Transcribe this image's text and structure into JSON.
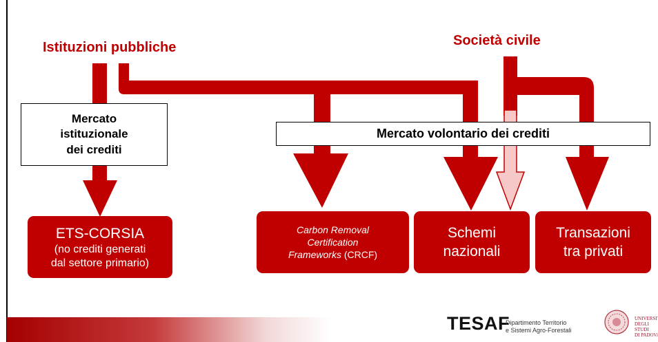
{
  "labels": {
    "public_institutions": "Istituzioni pubbliche",
    "civil_society": "Società civile"
  },
  "boxes": {
    "institutional_market": [
      "Mercato",
      "istituzionale",
      "dei crediti"
    ],
    "voluntary_market": "Mercato volontario dei crediti",
    "ets_corsia": {
      "title": "ETS-CORSIA",
      "note": [
        "(no crediti generati",
        "dal settore primario)"
      ]
    },
    "crcf": {
      "italic_lines": [
        "Carbon Removal",
        "Certification",
        "Frameworks"
      ],
      "suffix": " (CRCF)"
    },
    "national_schemes": [
      "Schemi",
      "nazionali"
    ],
    "private_transactions": [
      "Transazioni",
      "tra privati"
    ]
  },
  "footer": {
    "logo_text": "TESAF",
    "department": [
      "Dipartimento Territorio",
      "e Sistemi Agro-Forestali"
    ],
    "university": [
      "UNIVERSITÀ",
      "DEGLI STUDI",
      "DI PADOVA"
    ]
  },
  "colors": {
    "flow_red": "#c00000",
    "label_red": "#c00000",
    "light_arrow": "#f6c8c8",
    "box_border": "#000000"
  },
  "icons": {
    "university_seal": "seal-icon"
  }
}
